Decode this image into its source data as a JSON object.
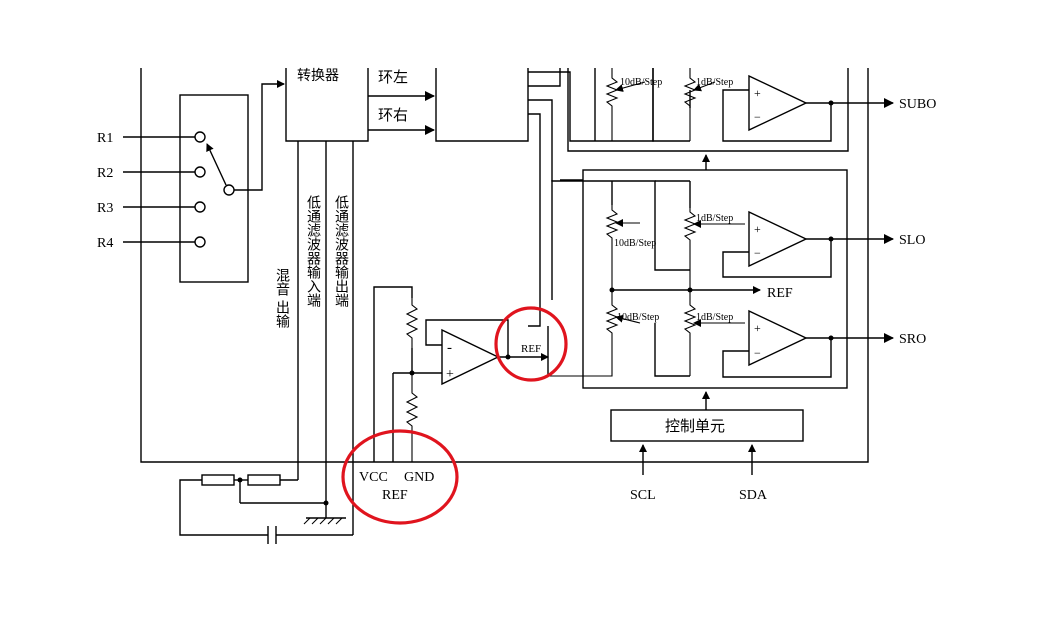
{
  "diagram": {
    "inputs": [
      "R1",
      "R2",
      "R3",
      "R4"
    ],
    "converter_label": "转换器",
    "surround_left": "环左",
    "surround_right": "环右",
    "mix_output_line1": "混音",
    "mix_output_line2": "出输",
    "lpf_input": "低通滤波器输入端",
    "lpf_output": "低通滤波器输出端",
    "atten_10db": "10dB/Step",
    "atten_1db": "1dB/Step",
    "opamp_plus": "+",
    "opamp_minus": "−",
    "ref_opamp_minus": "-",
    "ref_opamp_plus": "+",
    "outputs": {
      "subo": "SUBO",
      "slo": "SLO",
      "sro": "SRO"
    },
    "ref_label": "REF",
    "ref_small": "REF",
    "vcc": "VCC",
    "gnd": "GND",
    "ref_bottom": "REF",
    "control_unit": "控制单元",
    "scl": "SCL",
    "sda": "SDA"
  },
  "colors": {
    "line": "#000000",
    "highlight_circle": "#e0141e",
    "background": "#ffffff"
  }
}
